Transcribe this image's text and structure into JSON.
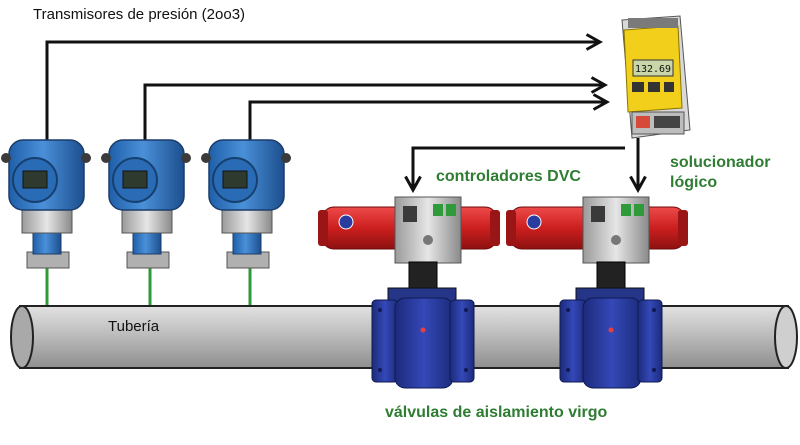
{
  "labels": {
    "title": "Transmisores de presión (2oo3)",
    "logic_solver_line1": "solucionador",
    "logic_solver_line2": "lógico",
    "controllers": "controladores DVC",
    "pipe": "Tubería",
    "valves": "válvulas de aislamiento virgo"
  },
  "logic_solver": {
    "display": "132.69"
  },
  "transmitters": [
    {
      "id": "PT-1"
    },
    {
      "id": "PT-2"
    },
    {
      "id": "PT-3"
    }
  ],
  "valves": [
    {
      "id": "V-1"
    },
    {
      "id": "V-2"
    }
  ],
  "colors": {
    "title_text": "#111111",
    "label_green": "#2e7d32",
    "arrow": "#111111",
    "transmitter_blue": "#2f77c4",
    "connector_green": "#2e9a3a",
    "valve_blue": "#2a3ca0",
    "actuator_red": "#cc1f1f",
    "pipe_gray": "#bdbdbd",
    "solver_yellow": "#f2cf1a"
  },
  "icons": {
    "transmitter": "pressure-transmitter-icon",
    "valve": "ball-valve-icon",
    "actuator": "pneumatic-actuator-icon",
    "solver": "logic-solver-icon"
  }
}
